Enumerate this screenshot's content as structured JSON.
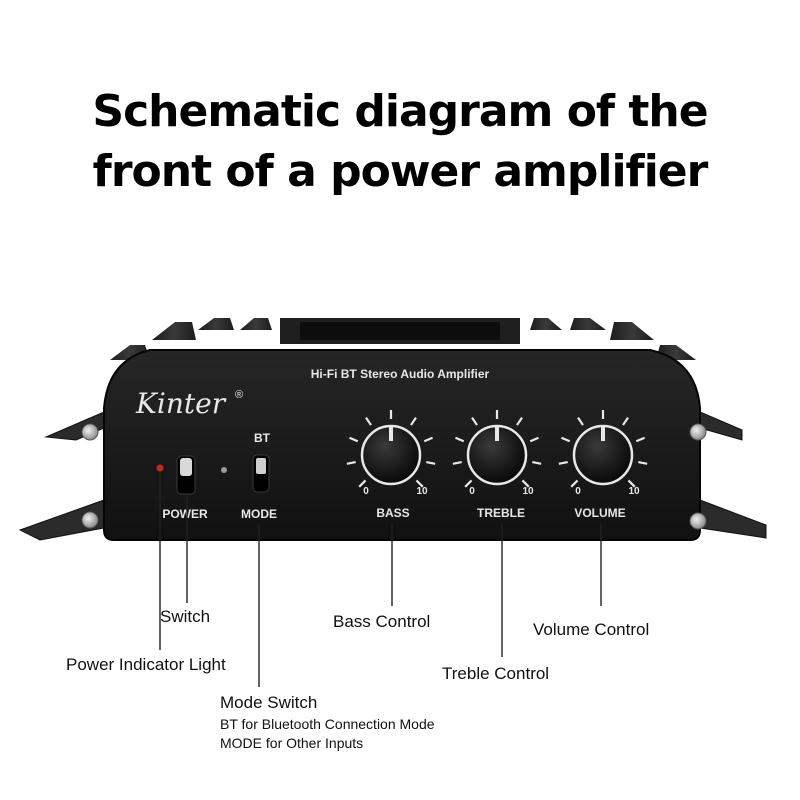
{
  "title": {
    "line1": "Schematic diagram of the",
    "line2": "front of a power amplifier"
  },
  "amplifier": {
    "brand": "Kinter",
    "brand_mark": "®",
    "model_text": "Hi-Fi  BT Stereo Audio Amplifier",
    "bt_label": "BT",
    "power_label": "POWER",
    "mode_label": "MODE",
    "knobs": [
      {
        "name": "BASS",
        "min": "0",
        "max": "10"
      },
      {
        "name": "TREBLE",
        "min": "0",
        "max": "10"
      },
      {
        "name": "VOLUME",
        "min": "0",
        "max": "10"
      }
    ]
  },
  "callouts": {
    "switch": "Switch",
    "power_indicator": "Power Indicator Light",
    "mode_switch": "Mode Switch",
    "mode_note_1": "BT for Bluetooth Connection Mode",
    "mode_note_2": "MODE for Other Inputs",
    "bass": "Bass Control",
    "treble": "Treble Control",
    "volume": "Volume Control"
  },
  "colors": {
    "body": "#1a1a1a",
    "fins": "#2a2a2a",
    "panel_text": "#e8e8e8",
    "indicator": "#c0281e",
    "leader_line": "#222222"
  }
}
